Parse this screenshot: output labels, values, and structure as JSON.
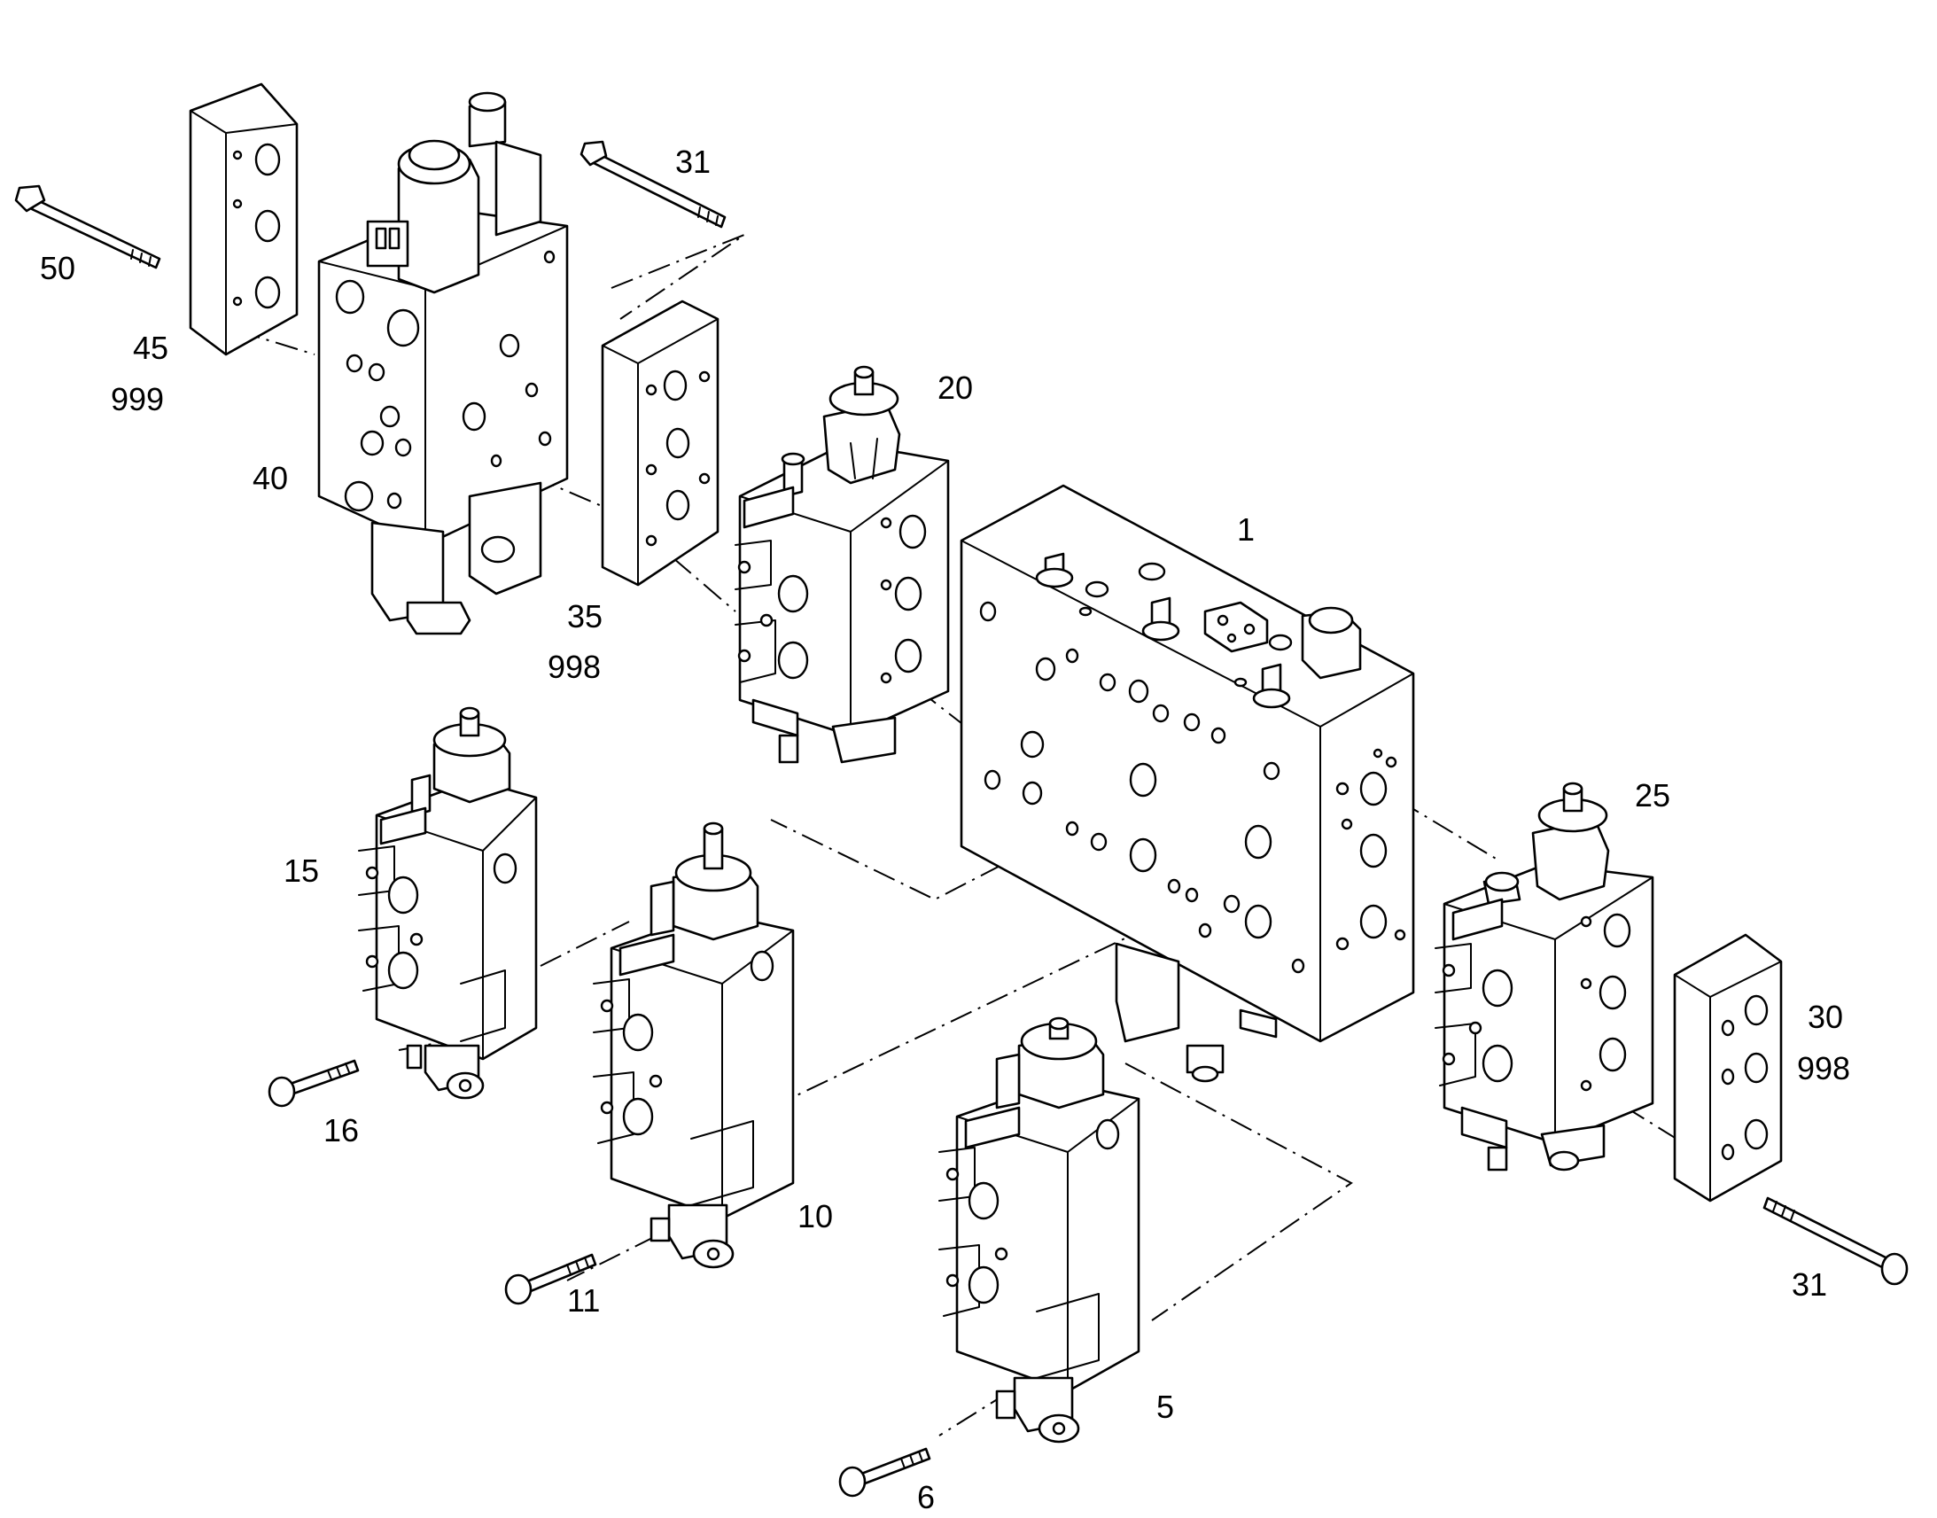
{
  "labels": {
    "l1": "1",
    "l5": "5",
    "l6": "6",
    "l10": "10",
    "l11": "11",
    "l15": "15",
    "l16": "16",
    "l20": "20",
    "l25": "25",
    "l30": "30",
    "l30b": "998",
    "l31a": "31",
    "l31b": "31",
    "l35": "35",
    "l35b": "998",
    "l40": "40",
    "l45": "45",
    "l45b": "999",
    "l50": "50"
  }
}
